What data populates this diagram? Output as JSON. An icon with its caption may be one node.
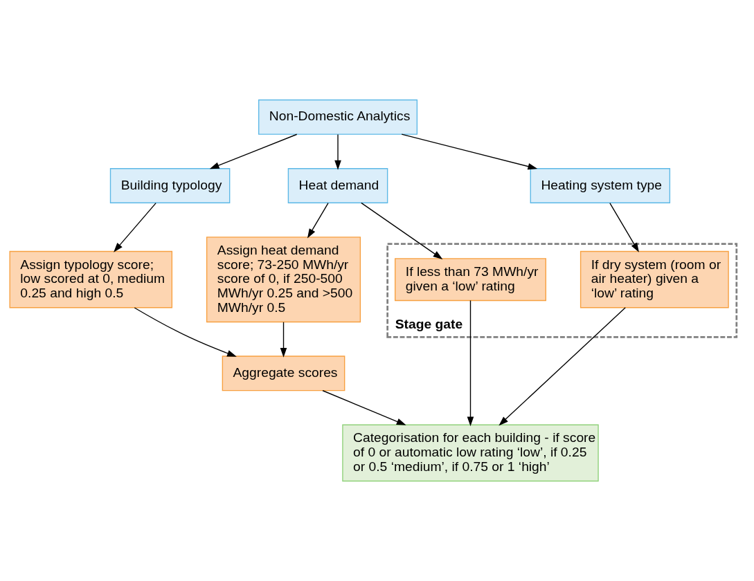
{
  "diagram": {
    "nodes": [
      {
        "text": [
          "Non-Domestic Analytics"
        ]
      },
      {
        "text": [
          "Building typology"
        ]
      },
      {
        "text": [
          "Heat demand"
        ]
      },
      {
        "text": [
          "Heating system type"
        ]
      },
      {
        "text": [
          "Stage gate"
        ]
      },
      {
        "text": [
          "If less than 73 MWh/yr given a ‘low’ rating"
        ],
        "in": 4
      },
      {
        "text": [
          "If dry system (room or air heater) given a ‘low’ rating"
        ],
        "in": 4
      },
      {
        "text": [
          "Assign typology score; low scored at 0, medium 0.25 and high 0.5"
        ]
      },
      {
        "text": [
          "Assign heat demand score; 73-250 MWh/yr score of 0, if 250-500 MWh/yr 0.25 and >500 MWh/yr 0.5"
        ]
      },
      {
        "text": [
          "Aggregate scores"
        ]
      },
      {
        "text": [
          "Categorisation for each building - if score of 0 or automatic low rating ‘low’, if 0.25 or 0.5 ‘medium’, if 0.75 or 1 ‘high’"
        ]
      }
    ],
    "edges": [
      {
        "from": 0,
        "to": 1,
        "arrow": "to"
      },
      {
        "from": 0,
        "to": 2,
        "arrow": "to"
      },
      {
        "from": 0,
        "to": 3,
        "arrow": "to"
      },
      {
        "from": 2,
        "to": 5,
        "arrow": "to"
      },
      {
        "from": 3,
        "to": 6,
        "arrow": "to"
      },
      {
        "from": 1,
        "to": 7,
        "arrow": "to"
      },
      {
        "from": 2,
        "to": 8,
        "arrow": "to"
      },
      {
        "from": 7,
        "to": 9,
        "arrow": "to"
      },
      {
        "from": 8,
        "to": 9,
        "arrow": "to"
      },
      {
        "from": 5,
        "to": 10,
        "arrow": "to"
      },
      {
        "from": 6,
        "to": 10,
        "arrow": "to"
      },
      {
        "from": 9,
        "to": 10,
        "arrow": "to"
      }
    ]
  }
}
